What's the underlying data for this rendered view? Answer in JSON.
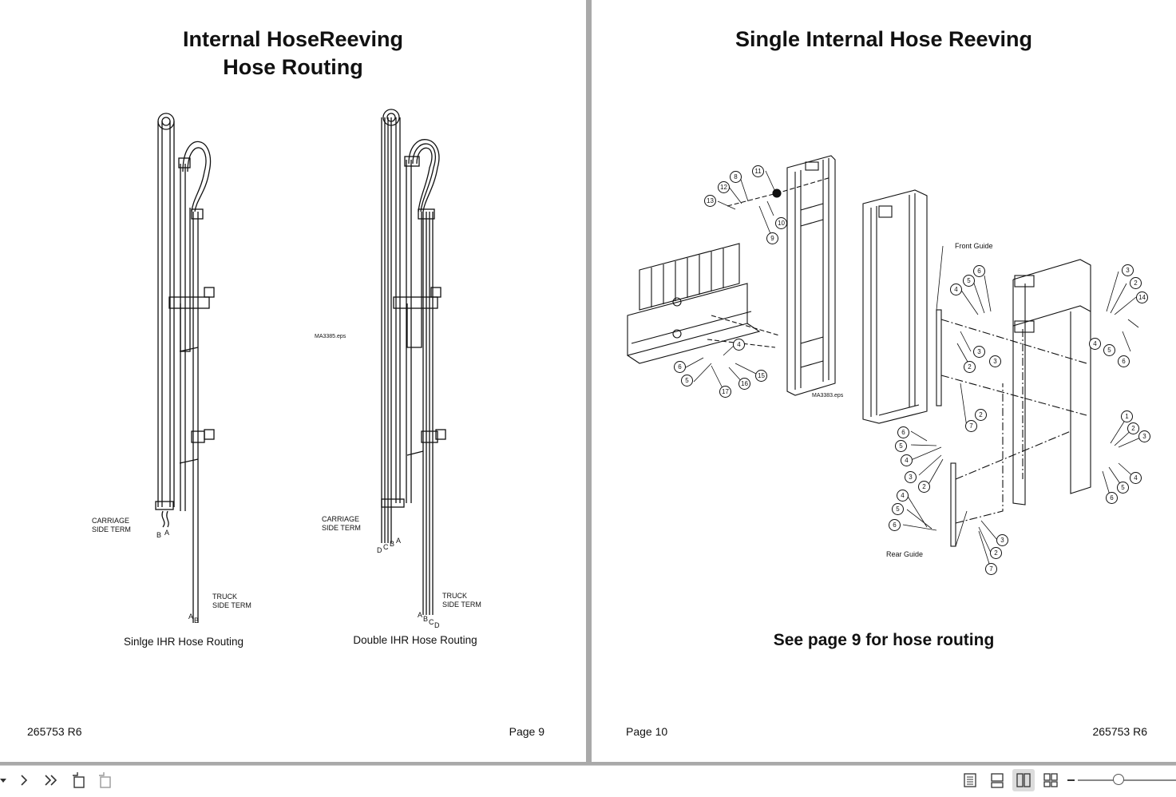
{
  "left_page": {
    "title_line1": "Internal HoseReeving",
    "title_line2": "Hose Routing",
    "figure_id": "MA3385.eps",
    "single": {
      "carriage_label_1": "CARRIAGE",
      "carriage_label_2": "SIDE TERM",
      "carriage_letters": [
        "B",
        "A"
      ],
      "truck_label_1": "TRUCK",
      "truck_label_2": "SIDE TERM",
      "truck_letters": [
        "A",
        "B"
      ],
      "caption": "Sinlge IHR Hose Routing"
    },
    "double": {
      "carriage_label_1": "CARRIAGE",
      "carriage_label_2": "SIDE TERM",
      "carriage_letters": [
        "D",
        "C",
        "B",
        "A"
      ],
      "truck_label_1": "TRUCK",
      "truck_label_2": "SIDE TERM",
      "truck_letters": [
        "A",
        "B",
        "C",
        "D"
      ],
      "caption": "Double IHR Hose Routing"
    },
    "footer_doc": "265753 R6",
    "footer_page": "Page 9"
  },
  "right_page": {
    "title": "Single Internal Hose Reeving",
    "figure_id": "MA3383.eps",
    "label_front_guide": "Front Guide",
    "label_rear_guide": "Rear Guide",
    "callouts": [
      "1",
      "2",
      "3",
      "4",
      "5",
      "6",
      "7",
      "8",
      "9",
      "10",
      "11",
      "12",
      "13",
      "14",
      "15",
      "16",
      "17"
    ],
    "see_note": "See page 9 for hose routing",
    "footer_page": "Page 10",
    "footer_doc": "265753 R6"
  },
  "toolbar": {
    "icons": [
      "dropdown-arrow-icon",
      "next-page-icon",
      "last-page-icon",
      "rotate-icon",
      "rotate-alt-icon",
      "single-page-view-icon",
      "continuous-view-icon",
      "two-page-view-icon",
      "two-page-continuous-icon",
      "zoom-slider"
    ],
    "active_view": "two-page-view"
  }
}
